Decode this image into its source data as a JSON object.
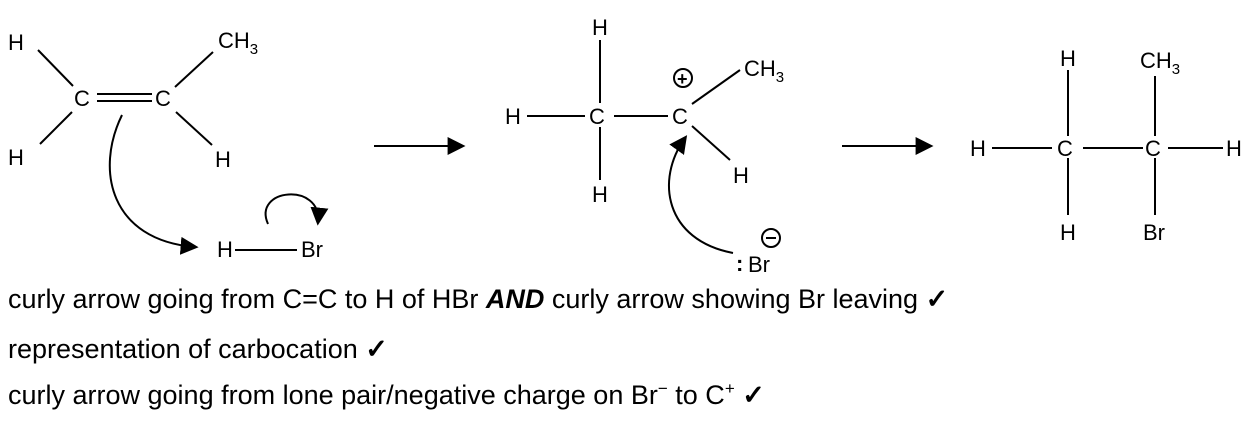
{
  "mechanism": {
    "reactant": {
      "labels": [
        "H",
        "CH",
        "3",
        "C",
        "C",
        "H",
        "H"
      ]
    },
    "hbr": {
      "h": "H",
      "br": "Br"
    },
    "intermediate": {
      "labels": [
        "H",
        "H",
        "C",
        "C",
        "CH",
        "3",
        "H",
        "H",
        "+"
      ]
    },
    "bromide": {
      "lone_pair": ":",
      "br": "Br",
      "charge": "−"
    },
    "product": {
      "labels": [
        "H",
        "CH",
        "3",
        "H",
        "C",
        "C",
        "H",
        "H",
        "Br"
      ]
    }
  },
  "marking_points": [
    {
      "part1": "curly arrow going from C=C to H of HBr ",
      "emph": "AND",
      "part2": " curly arrow showing Br leaving ",
      "tick": "✓"
    },
    {
      "part1": "representation of carbocation ",
      "tick": "✓"
    },
    {
      "part1": "curly arrow going from lone pair/negative charge on Br",
      "sup1": "−",
      "part2": " to C",
      "sup2": "+",
      "part3": " ",
      "tick": "✓"
    }
  ]
}
